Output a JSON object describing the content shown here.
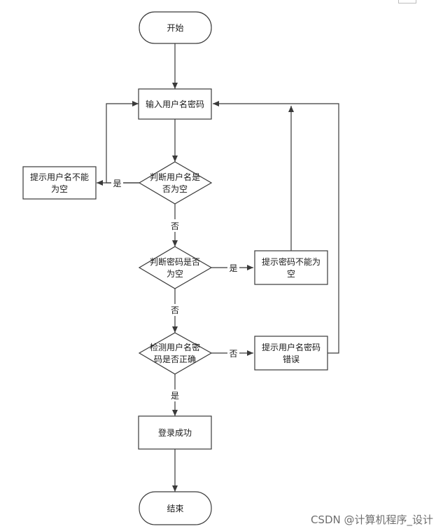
{
  "nodes": {
    "start": "开始",
    "input": "输入用户名密码",
    "check_user_l1": "判断用户名是",
    "check_user_l2": "否为空",
    "user_empty_l1": "提示用户名不能",
    "user_empty_l2": "为空",
    "check_pwd_l1": "判断密码是否",
    "check_pwd_l2": "为空",
    "pwd_empty_l1": "提示密码不能为",
    "pwd_empty_l2": "空",
    "verify_l1": "检测用户名密",
    "verify_l2": "码是否正确",
    "error_l1": "提示用户名密码",
    "error_l2": "错误",
    "success": "登录成功",
    "end": "结束"
  },
  "edges": {
    "user_yes": "是",
    "user_no": "否",
    "pwd_yes": "是",
    "pwd_no": "否",
    "verify_no": "否",
    "verify_yes": "是"
  },
  "watermark": "CSDN @计算机程序_设计"
}
